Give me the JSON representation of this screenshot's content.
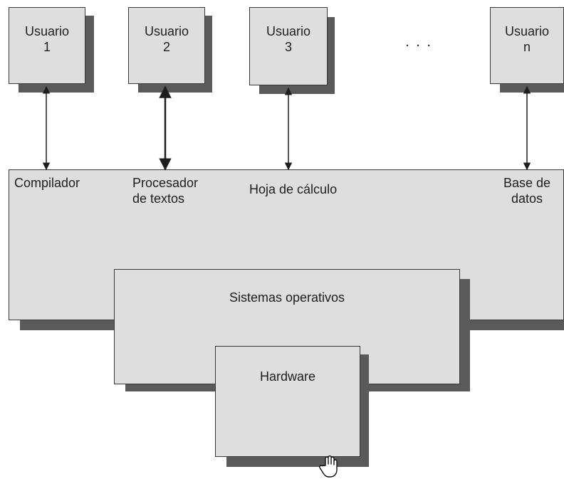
{
  "users": [
    {
      "label": "Usuario\n1"
    },
    {
      "label": "Usuario\n2"
    },
    {
      "label": "Usuario\n3"
    },
    {
      "label": "Usuario\nn"
    }
  ],
  "ellipsis": ". . .",
  "applications": {
    "compilador": "Compilador",
    "procesador": "Procesador\nde textos",
    "hoja": "Hoja de cálculo",
    "base": "Base de\ndatos"
  },
  "sistemas": "Sistemas operativos",
  "hardware": "Hardware",
  "colors": {
    "box_fill": "#dedede",
    "shadow": "#5a5a5a",
    "border": "#3a3a3a",
    "text": "#1e1e1e"
  },
  "icons": {
    "arrow": "double-headed-arrow",
    "cursor": "hand-pointer-icon"
  }
}
